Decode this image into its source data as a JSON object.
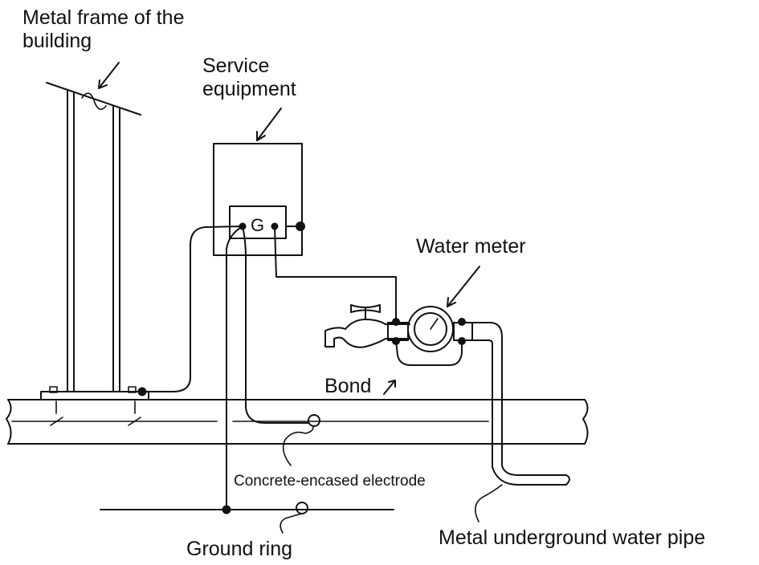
{
  "labels": {
    "metal_frame": "Metal frame of the building",
    "service_equipment": "Service equipment",
    "grounding_terminal": "G",
    "water_meter": "Water meter",
    "bond": "Bond",
    "concrete_electrode": "Concrete-encased electrode",
    "ground_ring": "Ground ring",
    "water_pipe": "Metal underground water pipe"
  },
  "colors": {
    "line": "#111111",
    "background": "#ffffff"
  }
}
